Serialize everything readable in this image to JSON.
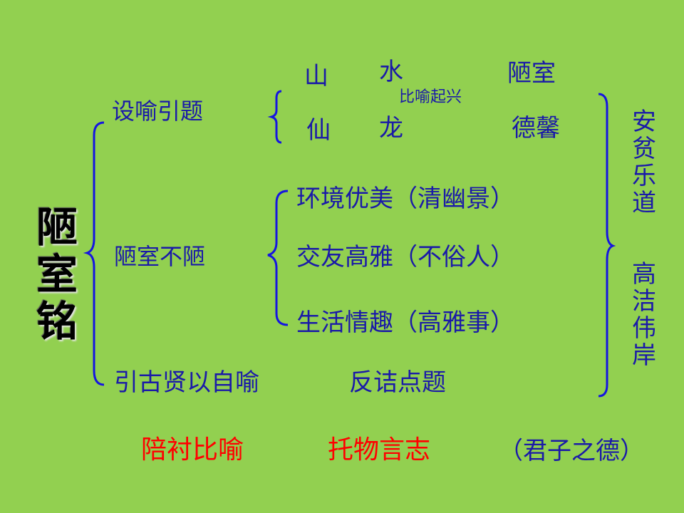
{
  "title": "陋室铭",
  "branches": {
    "b1": "设喻引题",
    "b2": "陋室不陋",
    "b3": "引古贤以自喻"
  },
  "row1": {
    "a": "山",
    "b": "水",
    "c": "陋室"
  },
  "row2": {
    "a": "仙",
    "b": "龙",
    "c": "德馨"
  },
  "metaphor_note": "比喻起兴",
  "sub_items": [
    "环境优美（清幽景）",
    "交友高雅（不俗人）",
    "生活情趣（高雅事）"
  ],
  "b3_right": "反诘点题",
  "right_col": {
    "top": "安贫乐道",
    "bottom": "高洁伟岸"
  },
  "bottom": {
    "left": "陪衬比喻",
    "middle": "托物言志",
    "right": "（君子之德）"
  },
  "colors": {
    "background": "#92d050",
    "text_blue": "#1a1aa8",
    "brace_blue": "#1515e0",
    "text_red": "#ff0000"
  }
}
